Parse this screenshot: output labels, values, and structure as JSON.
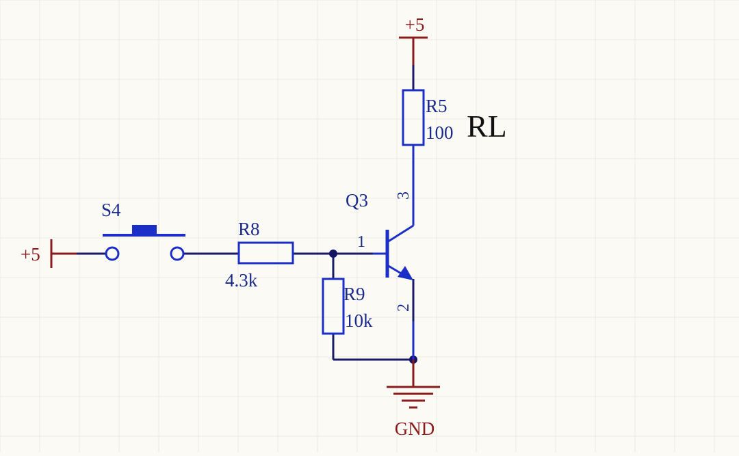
{
  "colors": {
    "background": "#fbfaf5",
    "grid": "#ecebe3",
    "wire": "#1a1a66",
    "component": "#1c2ec8",
    "power": "#8b1a1a",
    "label": "#1a2a8a",
    "annotation": "#111111",
    "junction": "#141466"
  },
  "power": {
    "top_supply": "+5",
    "left_supply": "+5",
    "ground": "GND"
  },
  "switch": {
    "designator": "S4"
  },
  "resistors": {
    "r8": {
      "designator": "R8",
      "value": "4.3k"
    },
    "r9": {
      "designator": "R9",
      "value": "10k"
    },
    "r5": {
      "designator": "R5",
      "value": "100"
    }
  },
  "transistor": {
    "designator": "Q3",
    "pin_base": "1",
    "pin_emitter": "2",
    "pin_collector": "3"
  },
  "annotation": {
    "load": "RL"
  }
}
